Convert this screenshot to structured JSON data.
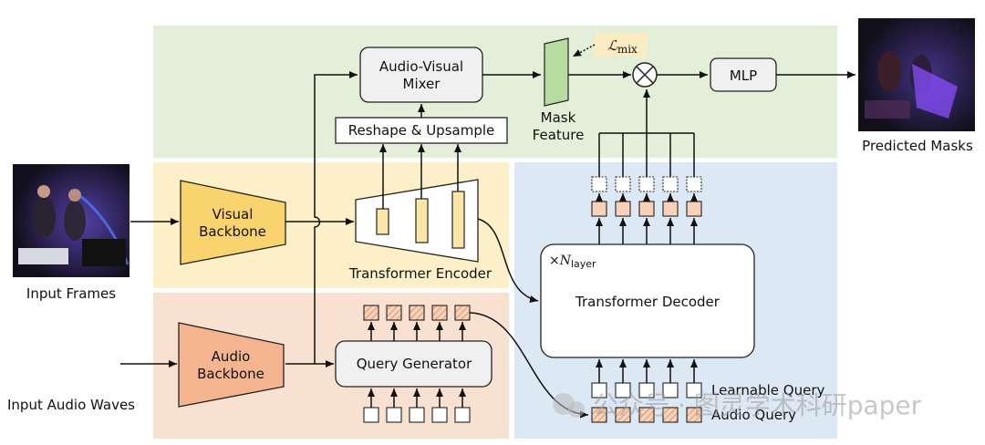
{
  "regions": {
    "mix_region_color": "#e3efd9",
    "visual_region_color": "#fdf0c8",
    "audio_region_color": "#f9e1d2",
    "decoder_region_color": "#dde8f5"
  },
  "inputs": {
    "frames_label": "Input Frames",
    "audio_label": "Input Audio Waves"
  },
  "modules": {
    "visual_backbone": [
      "Visual",
      "Backbone"
    ],
    "audio_backbone": [
      "Audio",
      "Backbone"
    ],
    "transformer_encoder": "Transformer Encoder",
    "reshape_upsample": "Reshape & Upsample",
    "av_mixer": [
      "Audio-Visual",
      "Mixer"
    ],
    "mask_feature": [
      "Mask",
      "Feature"
    ],
    "loss_symbol": "ℒ",
    "loss_subscript": "mix",
    "mlp": "MLP",
    "transformer_decoder": "Transformer Decoder",
    "n_layer_prefix": "×",
    "n_layer_var": "N",
    "n_layer_subscript": "layer",
    "query_generator": "Query Generator",
    "multiply_symbol": "⊗"
  },
  "outputs": {
    "predicted_masks_label": "Predicted Masks"
  },
  "legend": {
    "learnable_query": "Learnable Query",
    "audio_query": "Audio Query"
  },
  "watermark": "公众号 · 图灵学术科研paper"
}
